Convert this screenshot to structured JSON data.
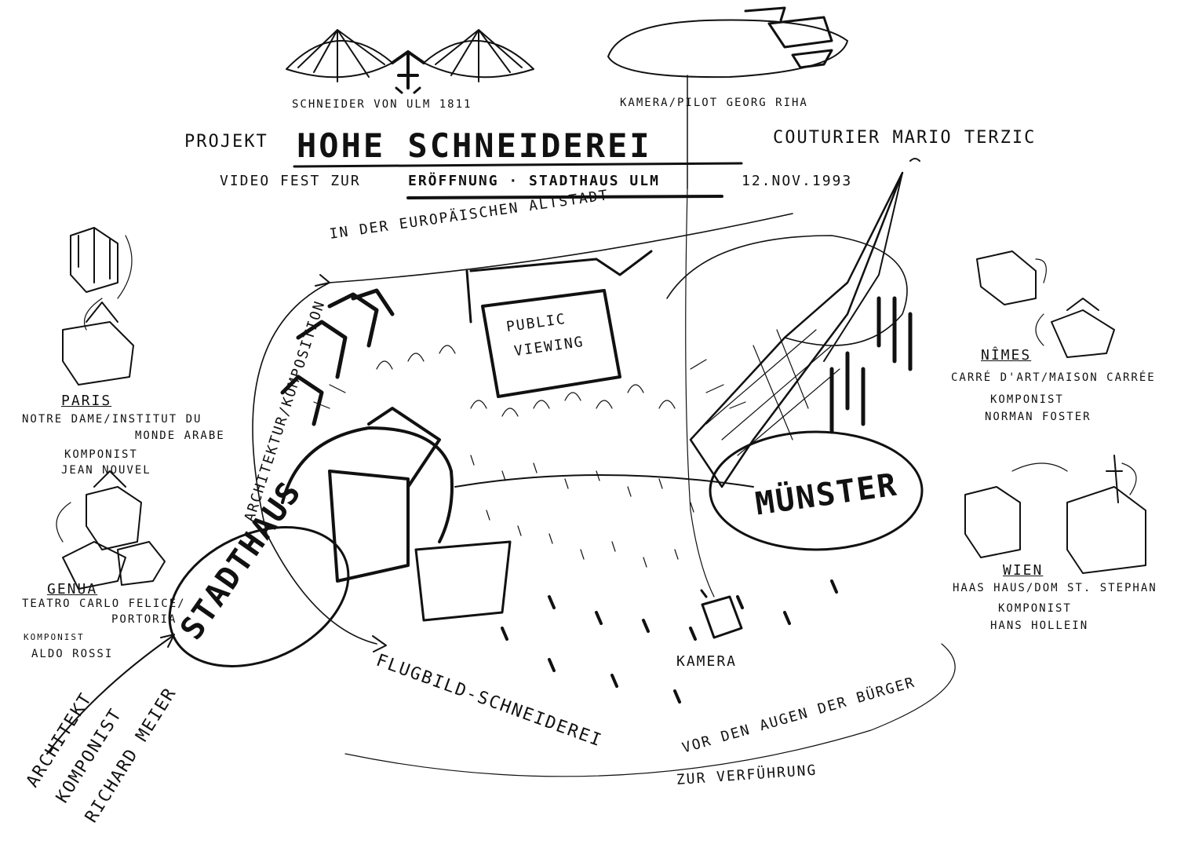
{
  "header": {
    "caption_left": "SCHNEIDER VON ULM 1811",
    "caption_right": "KAMERA/PILOT GEORG RIHA",
    "projekt": "PROJEKT",
    "title": "HOHE SCHNEIDEREI",
    "couturier": "COUTURIER MARIO TERZIC",
    "subtitle_prefix": "VIDEO FEST ZUR",
    "subtitle_main": "ERÖFFNUNG · STADTHAUS ULM",
    "subtitle_date": "12.NOV.1993"
  },
  "center": {
    "arc_top": "IN DER EUROPÄISCHEN ALTSTADT",
    "arc_left": "ARCHITEKTUR/KOMPOSITION",
    "screen": [
      "PUBLIC",
      "VIEWING"
    ],
    "stadthaus": "STADTHAUS",
    "muenster": "MÜNSTER",
    "kamera": "KAMERA",
    "flugbild": "FLUGBILD-SCHNEIDEREI",
    "vor_den_augen": "VOR DEN AUGEN DER BÜRGER",
    "verfuehrung": "ZUR VERFÜHRUNG"
  },
  "left": {
    "paris": {
      "city": "PARIS",
      "line1": "NOTRE DAME/INSTITUT DU",
      "line2": "MONDE ARABE",
      "komponist": "KOMPONIST",
      "name": "JEAN NOUVEL"
    },
    "genua": {
      "city": "GENUA",
      "line1": "TEATRO CARLO FELICE/",
      "line2": "PORTORIA",
      "komponist": "KOMPONIST",
      "name": "ALDO ROSSI"
    }
  },
  "right": {
    "nimes": {
      "city": "NÎMES",
      "line1": "CARRÉ D'ART/MAISON CARRÉE",
      "komponist": "KOMPONIST",
      "name": "NORMAN FOSTER"
    },
    "wien": {
      "city": "WIEN",
      "line1": "HAAS HAUS/DOM ST. STEPHAN",
      "komponist": "KOMPONIST",
      "name": "HANS HOLLEIN"
    }
  },
  "bottom_left": {
    "architekt": "ARCHITEKT",
    "komponist": "KOMPONIST",
    "name": "RICHARD MEIER"
  },
  "colors": {
    "ink": "#111111",
    "paper": "#ffffff"
  }
}
